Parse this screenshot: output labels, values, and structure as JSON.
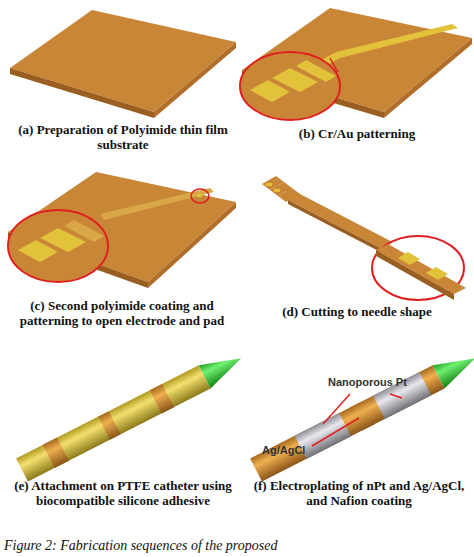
{
  "diagram": {
    "caption": "Figure 2: Fabrication sequences of the proposed",
    "labels": [
      "(a) Preparation of Polyimide thin film substrate",
      "(b) Cr/Au patterning",
      "(c) Second polyimide coating and patterning to open electrode and pad",
      "(d) Cutting to needle shape",
      "(e) Attachment on PTFE catheter using biocompatible silicone adhesive",
      "(f) Electroplating of nPt and Ag/AgCl, and Nafion coating",
      "Nanoporous Pt",
      "Ag/AgCl"
    ]
  }
}
